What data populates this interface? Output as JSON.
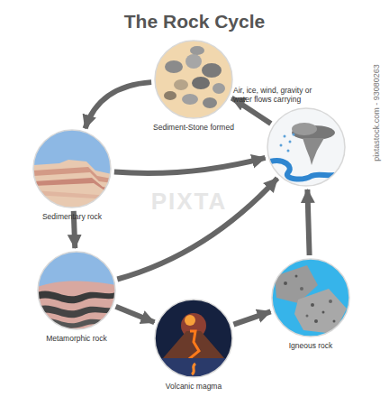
{
  "diagram": {
    "title": "The Rock Cycle",
    "nodes": [
      {
        "text": [
          "Sediment-Stone formed"
        ]
      },
      {
        "text": [
          "Air, ice, wind, gravity or water flows carrying"
        ]
      },
      {
        "text": [
          "Sedimentary rock"
        ]
      },
      {
        "text": [
          "Metamorphic rock"
        ]
      },
      {
        "text": [
          "Volcanic magma"
        ]
      },
      {
        "text": [
          "Igneous rock"
        ]
      }
    ],
    "edges": [
      {
        "from": 1,
        "to": 0,
        "arrow": "to"
      },
      {
        "from": 0,
        "to": 2,
        "arrow": "to"
      },
      {
        "from": 2,
        "to": 1,
        "arrow": "to"
      },
      {
        "from": 2,
        "to": 3,
        "arrow": "to"
      },
      {
        "from": 3,
        "to": 1,
        "arrow": "to"
      },
      {
        "from": 3,
        "to": 4,
        "arrow": "to"
      },
      {
        "from": 4,
        "to": 5,
        "arrow": "to"
      },
      {
        "from": 5,
        "to": 1,
        "arrow": "to"
      }
    ],
    "labels": [
      "pixtastock.com - 93080263",
      "PIXTA"
    ]
  }
}
